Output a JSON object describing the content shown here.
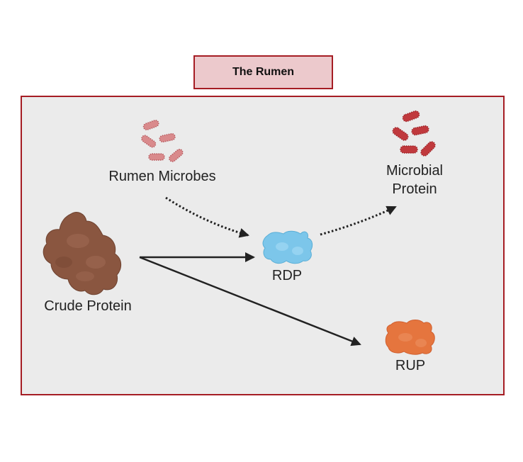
{
  "title": "The Rumen",
  "nodes": {
    "rumen_microbes": "Rumen Microbes",
    "microbial_protein_line1": "Microbial",
    "microbial_protein_line2": "Protein",
    "crude_protein": "Crude Protein",
    "rdp": "RDP",
    "rup": "RUP"
  },
  "edges": [
    {
      "from": "Rumen Microbes",
      "to": "RDP",
      "style": "dotted"
    },
    {
      "from": "RDP",
      "to": "Microbial Protein",
      "style": "dotted"
    },
    {
      "from": "Crude Protein",
      "to": "RDP",
      "style": "solid"
    },
    {
      "from": "Crude Protein",
      "to": "RUP",
      "style": "solid"
    }
  ],
  "colors": {
    "border": "#a51d24",
    "title_fill": "#ecc9cc",
    "panel_fill": "#ebebeb",
    "microbe_light": "#d98a8c",
    "microbe_dark": "#c0393d",
    "crude_protein": "#8a5640",
    "rdp": "#7cc6ea",
    "rup": "#e5753e"
  }
}
